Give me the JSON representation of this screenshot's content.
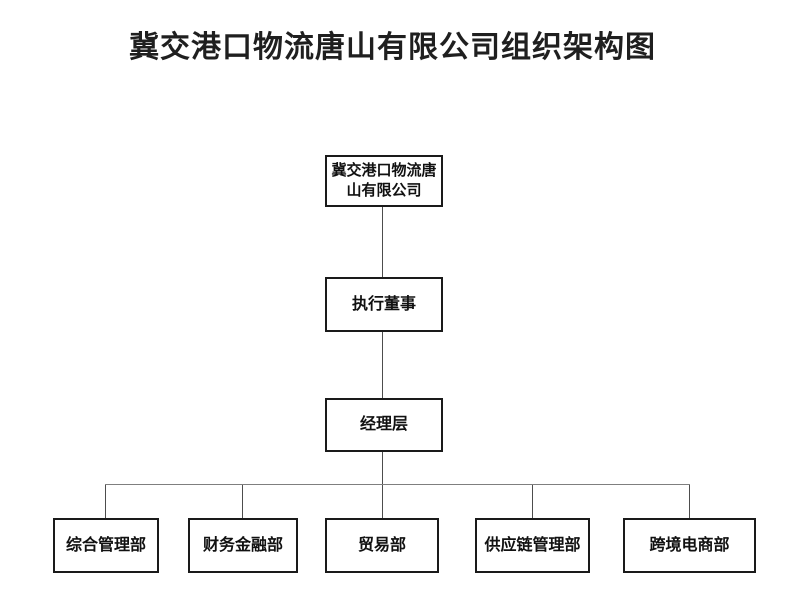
{
  "page": {
    "title": "冀交港口物流唐山有限公司组织架构图"
  },
  "org_chart": {
    "type": "org-tree",
    "root": {
      "label": "冀交港口物流唐山有限公司"
    },
    "levels": [
      {
        "label": "执行董事"
      },
      {
        "label": "经理层"
      }
    ],
    "departments": [
      {
        "label": "综合管理部"
      },
      {
        "label": "财务金融部"
      },
      {
        "label": "贸易部"
      },
      {
        "label": "供应链管理部"
      },
      {
        "label": "跨境电商部"
      }
    ],
    "colors": {
      "box_border": "#1a1a1a",
      "connector": "#7f7f7f",
      "text": "#111111",
      "background": "#ffffff"
    }
  }
}
